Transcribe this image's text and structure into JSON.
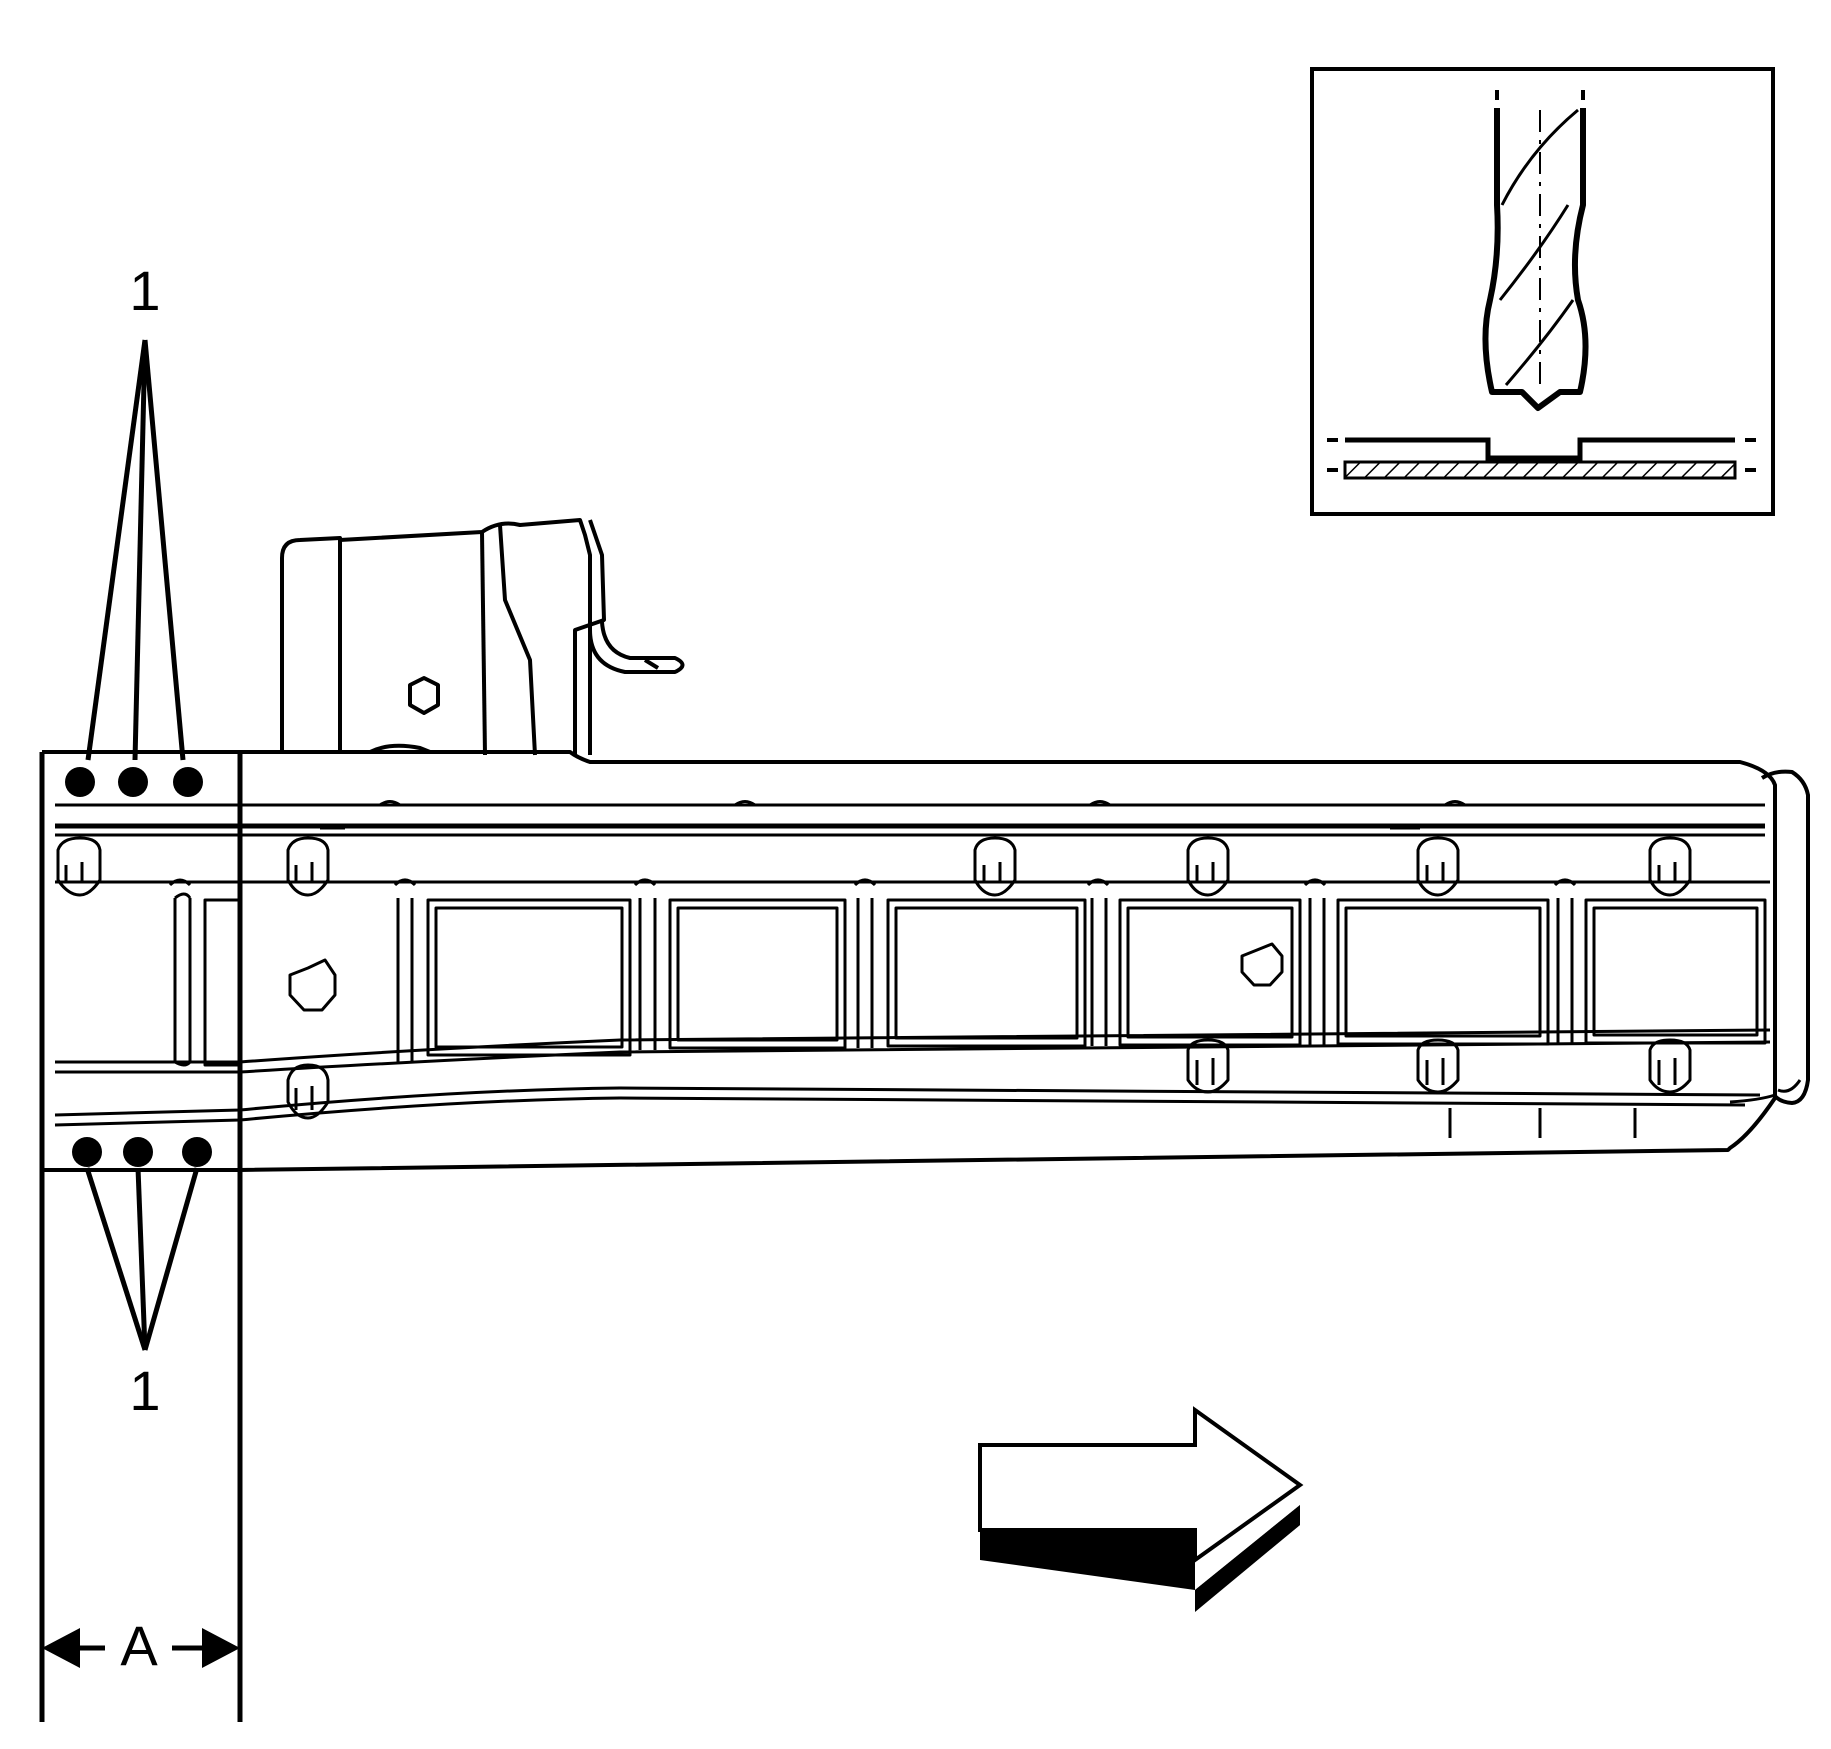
{
  "labels": {
    "callout_top": "1",
    "callout_bottom": "1",
    "dimension": "A"
  },
  "colors": {
    "ink": "#000000",
    "paper": "#ffffff"
  },
  "icons": {
    "direction_arrow": "forward-arrow-icon",
    "inset_tool": "drill-bit-icon"
  }
}
